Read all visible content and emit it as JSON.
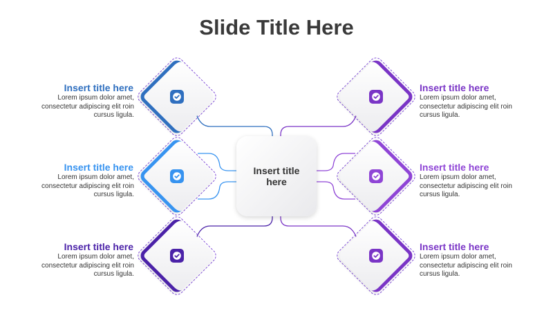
{
  "slide": {
    "title": "Slide Title Here"
  },
  "center": {
    "label": "Insert title here"
  },
  "colors": {
    "blue_dark": "#2f6fbf",
    "blue_light": "#3793f0",
    "purple_dark": "#4b22a8",
    "purple": "#7a35c6",
    "purple_light": "#8f45d6",
    "dash": "#7a45d6"
  },
  "items": [
    {
      "title": "Insert title here",
      "body": "Lorem ipsum dolor amet, consectetur adipiscing elit roin cursus ligula.",
      "color": "#2f6fbf",
      "icon": "check-icon"
    },
    {
      "title": "Insert title here",
      "body": "Lorem ipsum dolor amet, consectetur adipiscing elit roin cursus ligula.",
      "color": "#3793f0",
      "icon": "check-icon"
    },
    {
      "title": "Insert title here",
      "body": "Lorem ipsum dolor amet, consectetur adipiscing elit roin cursus ligula.",
      "color": "#4b22a8",
      "icon": "check-icon"
    },
    {
      "title": "Insert title here",
      "body": "Lorem ipsum dolor amet, consectetur adipiscing elit roin cursus ligula.",
      "color": "#7a35c6",
      "icon": "check-icon"
    },
    {
      "title": "Insert title here",
      "body": "Lorem ipsum dolor amet, consectetur adipiscing elit roin cursus ligula.",
      "color": "#8f45d6",
      "icon": "check-icon"
    },
    {
      "title": "Insert title here",
      "body": "Lorem ipsum dolor amet, consectetur adipiscing elit roin cursus ligula.",
      "color": "#7a35c6",
      "icon": "check-icon"
    }
  ]
}
